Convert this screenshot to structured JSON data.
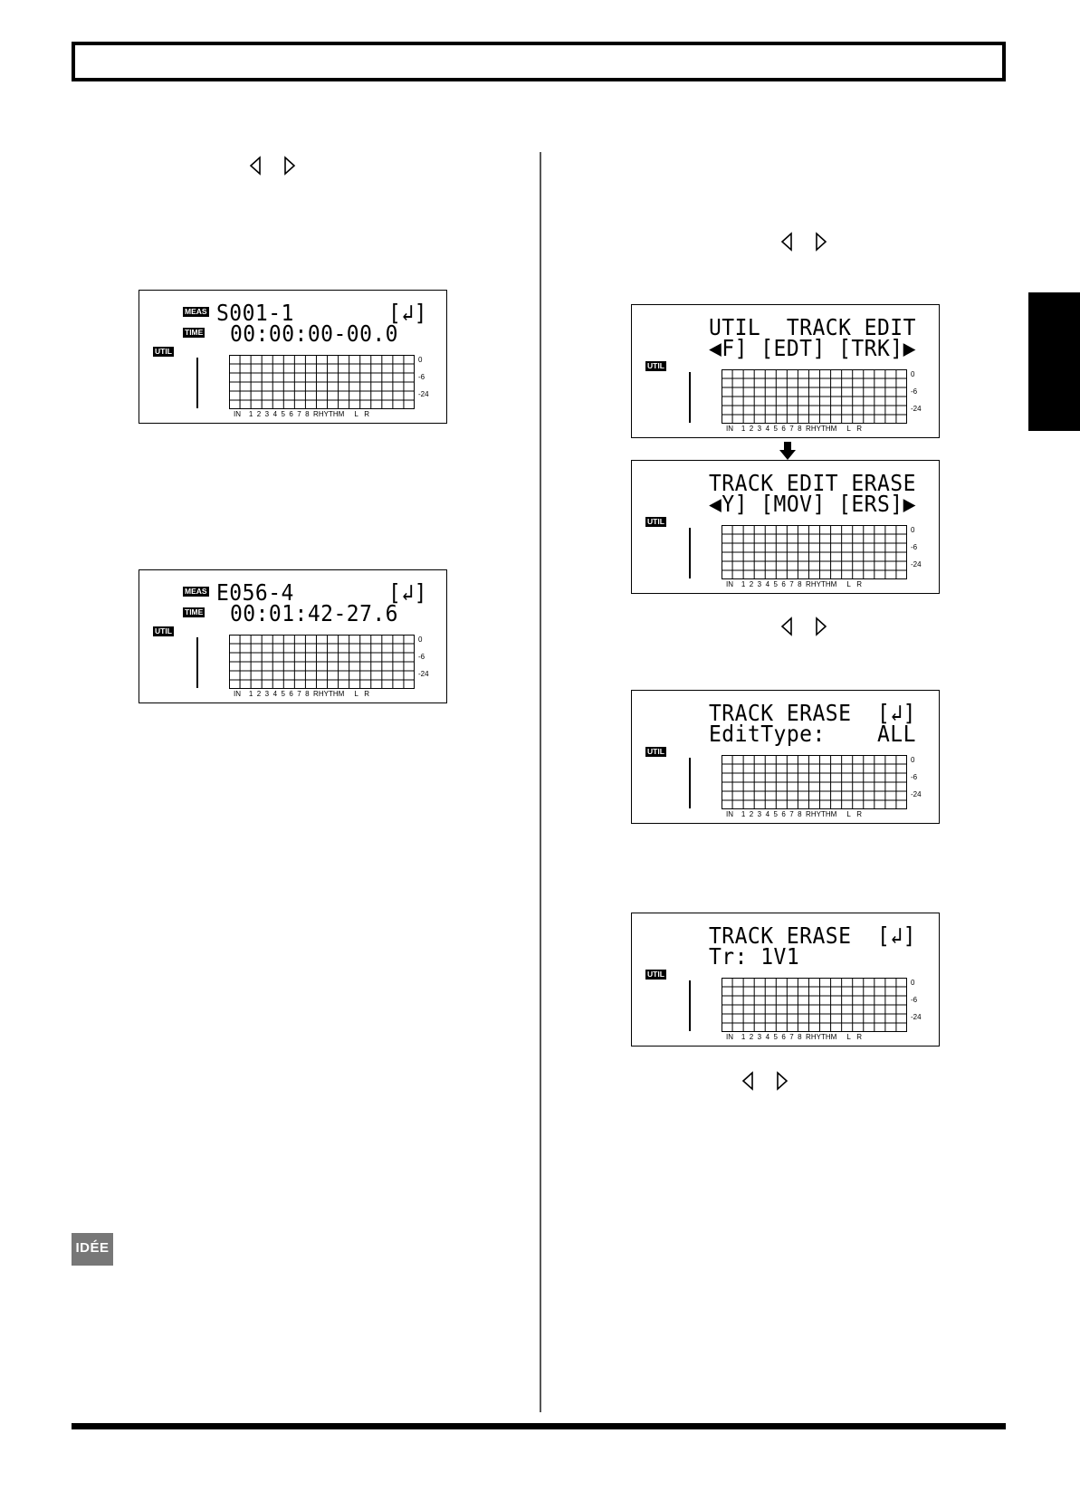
{
  "screens": [
    {
      "id": "s1",
      "line1": "S001-1",
      "line1_right": "[↲]",
      "line2": "00:00:00-00.0",
      "meas": "MEAS",
      "time": "TIME",
      "util": "UTIL"
    },
    {
      "id": "s2",
      "line1": "E056-4",
      "line1_right": "[↲]",
      "line2": "00:01:42-27.6",
      "meas": "MEAS",
      "time": "TIME",
      "util": "UTIL"
    },
    {
      "id": "s3",
      "line1": "UTIL  TRACK EDIT",
      "line2": "◀F] [EDT] [TRK]▶",
      "util": "UTIL"
    },
    {
      "id": "s4",
      "line1": "TRACK EDIT ERASE",
      "line2": "◀Y] [MOV] [ERS]▶",
      "util": "UTIL"
    },
    {
      "id": "s5",
      "line1": "TRACK ERASE  [↲]",
      "line2": "EditType:    ALL",
      "util": "UTIL"
    },
    {
      "id": "s6",
      "line1": "TRACK ERASE  [↲]",
      "line2": "Tr: 1V1",
      "util": "UTIL"
    }
  ],
  "meter": {
    "db_labels": [
      "0",
      "-6",
      "-24"
    ],
    "track_labels": "IN    1  2  3  4  5  6  7  8  RHYTHM     L   R"
  },
  "idee_label": "IDÉE"
}
